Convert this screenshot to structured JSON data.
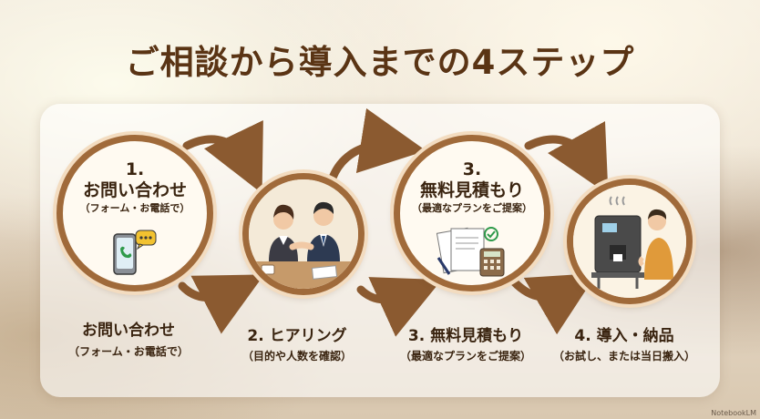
{
  "title": "ご相談から導入までの4ステップ",
  "circle1": {
    "number": "1.",
    "title": "お問い合わせ",
    "subtitle": "（フォーム・お電話で）"
  },
  "circle3": {
    "number": "3.",
    "title": "無料見積もり",
    "subtitle": "（最適なプランをご提案）"
  },
  "steps": [
    {
      "title": "お問い合わせ",
      "subtitle": "（フォーム・お電話で）"
    },
    {
      "title": "2. ヒアリング",
      "subtitle": "（目的や人数を確認）"
    },
    {
      "title": "3. 無料見積もり",
      "subtitle": "（最適なプランをご提案）"
    },
    {
      "title": "4. 導入・納品",
      "subtitle": "（お試し、または当日搬入）"
    }
  ],
  "icons": [
    "smartphone-chat-icon",
    "meeting-handshake-illustration",
    "estimate-documents-illustration",
    "coffee-machine-illustration"
  ],
  "colors": {
    "title": "#5a3414",
    "arrow": "#8b5a30",
    "ring": "#a06a3a"
  },
  "watermark": "NotebookLM"
}
